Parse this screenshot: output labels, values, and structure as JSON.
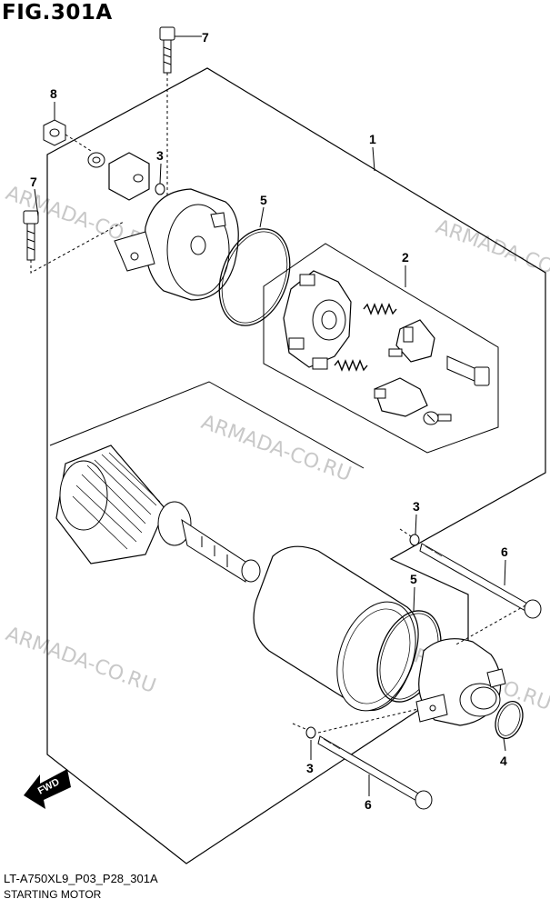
{
  "figure": {
    "title": "FIG.301A",
    "code": "LT-A750XL9_P03_P28_301A",
    "subtitle": "STARTING MOTOR"
  },
  "watermark": "ARMADA-CO.RU",
  "callouts": [
    "7",
    "8",
    "3",
    "7",
    "1",
    "5",
    "2",
    "3",
    "6",
    "5",
    "4",
    "3",
    "6"
  ],
  "fwd_label": "FWD"
}
